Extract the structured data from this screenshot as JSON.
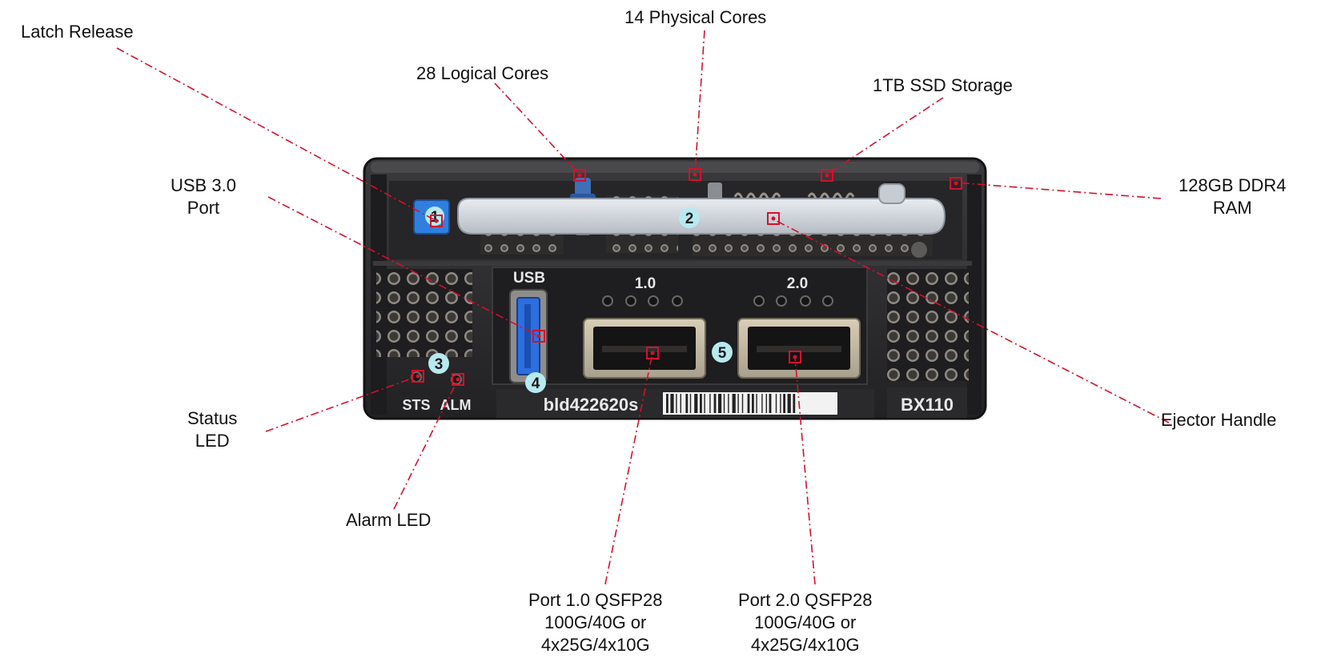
{
  "colors": {
    "callout_accent": "#d6102b",
    "number_badge": "#b6eaf0",
    "chassis": "#2b2a2c",
    "latch": "#2f7fe0",
    "usb_port": "#2d6ee0",
    "ejector_handle": "#cfd3da"
  },
  "device": {
    "usb_label": "USB",
    "port1_label": "1.0",
    "port2_label": "2.0",
    "led_sts": "STS",
    "led_alm": "ALM",
    "hostname": "bld422620s",
    "model": "BX110",
    "badges": [
      "1",
      "2",
      "3",
      "4",
      "5"
    ]
  },
  "callouts": {
    "latch_release": {
      "lines": [
        "Latch Release"
      ]
    },
    "logical_cores": {
      "lines": [
        "28 Logical Cores"
      ]
    },
    "physical_cores": {
      "lines": [
        "14 Physical Cores"
      ]
    },
    "ssd_storage": {
      "lines": [
        "1TB SSD Storage"
      ]
    },
    "ram": {
      "lines": [
        "128GB DDR4",
        "RAM"
      ]
    },
    "usb_port": {
      "lines": [
        "USB 3.0",
        "Port"
      ]
    },
    "ejector_handle": {
      "lines": [
        "Ejector Handle"
      ]
    },
    "status_led": {
      "lines": [
        "Status",
        "LED"
      ]
    },
    "alarm_led": {
      "lines": [
        "Alarm LED"
      ]
    },
    "port1": {
      "lines": [
        "Port 1.0 QSFP28",
        "100G/40G or",
        "4x25G/4x10G"
      ]
    },
    "port2": {
      "lines": [
        "Port 2.0 QSFP28",
        "100G/40G or",
        "4x25G/4x10G"
      ]
    }
  }
}
